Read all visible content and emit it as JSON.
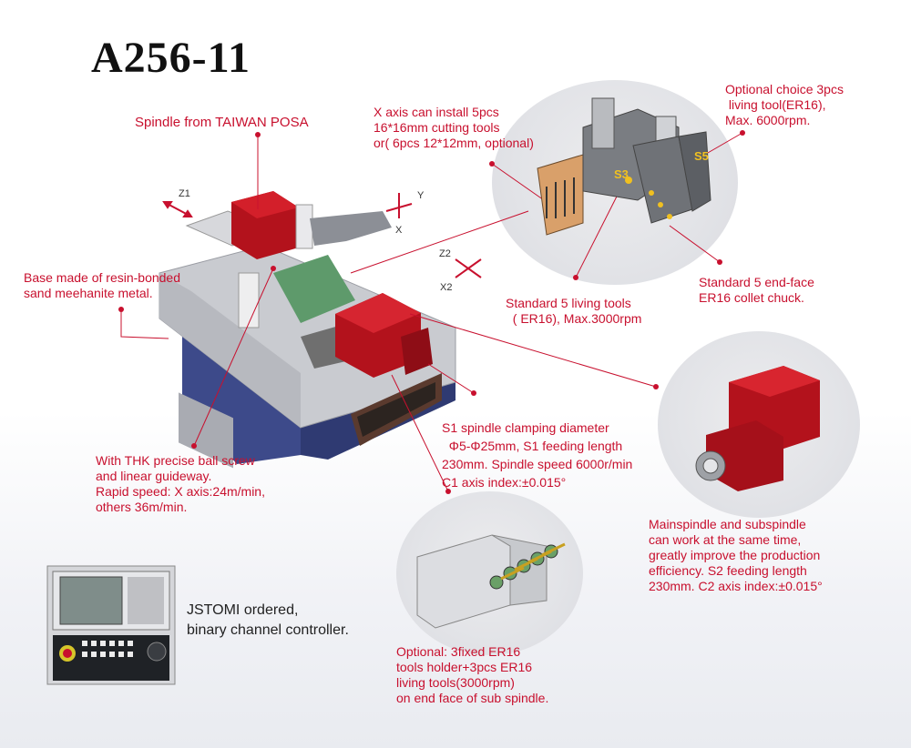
{
  "title": "A256-11",
  "labels": {
    "spindle_posa": "Spindle from TAIWAN POSA",
    "x_axis_tools": "X axis can install 5pcs\n16*16mm cutting tools\nor( 6pcs 12*12mm, optional)",
    "optional_living": "Optional choice 3pcs\n living tool(ER16),\nMax. 6000rpm.",
    "base": "Base made of resin-bonded\nsand meehanite metal.",
    "end_face": "Standard 5 end-face\nER16 collet chuck.",
    "living_tools": "Standard 5 living tools\n  ( ER16), Max.3000rpm",
    "s1_spindle": "S1 spindle clamping diameter\n  Φ5-Φ25mm, S1 feeding length\n230mm. Spindle speed 6000r/min\nC1 axis index:±0.015°",
    "thk": "With THK precise ball screw\nand linear guideway.\nRapid speed: X axis:24m/min,\nothers 36m/min.",
    "main_sub": "Mainspindle and subspindle\ncan work at the same time,\ngreatly improve the production\nefficiency. S2 feeding length\n230mm. C2 axis index:±0.015°",
    "controller": "JSTOMI ordered,\nbinary channel controller.",
    "optional_sub": "Optional: 3fixed ER16\ntools holder+3pcs ER16\nliving tools(3000rpm)\non end face of sub spindle."
  },
  "axes": {
    "z1": "Z1",
    "y": "Y",
    "x": "X",
    "z2": "Z2",
    "x2": "X2",
    "s3": "S3",
    "s5": "S5"
  },
  "colors": {
    "accent_red": "#c8102e",
    "machine_red": "#b3121c",
    "body_grey": "#c9cbd0",
    "base_navy": "#3d4a8a"
  }
}
